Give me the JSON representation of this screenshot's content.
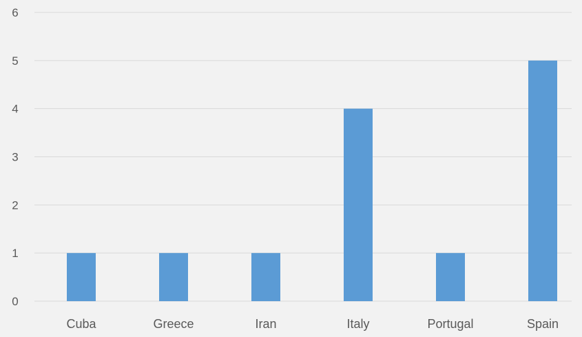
{
  "chart_data": {
    "type": "bar",
    "title": "",
    "xlabel": "",
    "ylabel": "",
    "categories": [
      "Cuba",
      "Greece",
      "Iran",
      "Italy",
      "Portugal",
      "Spain"
    ],
    "values": [
      1,
      1,
      1,
      4,
      1,
      5
    ],
    "ylim": [
      0,
      6
    ],
    "yticks": [
      "0",
      "1",
      "2",
      "3",
      "4",
      "5",
      "6"
    ],
    "grid": true,
    "legend": "none",
    "bar_color": "#5b9bd5",
    "background_color": "#f2f2f2",
    "gridline_color": "#d9d9d9",
    "label_color": "#595959"
  }
}
